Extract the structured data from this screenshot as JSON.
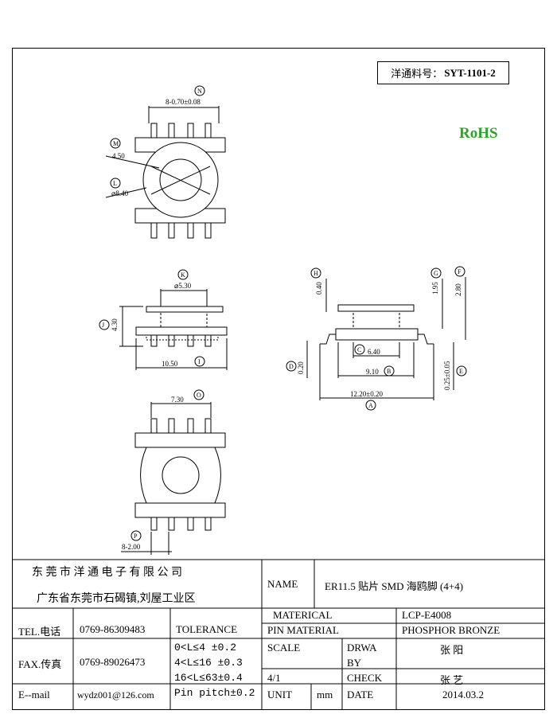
{
  "part_number": {
    "label": "洋通料号：",
    "value": "SYT-1101-2"
  },
  "rohs": "RoHS",
  "dims": {
    "N": "N",
    "n_val": "8-0.70±0.08",
    "M": "M",
    "m_val": "4.50",
    "L": "L",
    "l_val": "⌀8.40",
    "K": "K",
    "k_val": "⌀5.30",
    "J": "J",
    "j_val": "4.30",
    "I": "I",
    "i_val": "10.50",
    "O": "O",
    "o_val": "7.30",
    "P": "P",
    "p_val": "8-2.00",
    "H": "H",
    "h_val": "0.40",
    "G": "G",
    "g_val": "1.95",
    "F": "F",
    "f_val": "2.80",
    "C": "C",
    "c_val": "6.40",
    "B": "B",
    "b_val": "9.10",
    "A": "A",
    "a_val": "12.20±0.20",
    "D": "D",
    "d_val": "0.20",
    "E": "E",
    "e_val": "0.25±0.05"
  },
  "title_block": {
    "company": "东 莞 市 洋 通 电 子 有 限 公 司",
    "address": "广东省东莞市石碣镇,刘屋工业区",
    "name_label": "NAME",
    "name_value": "ER11.5  贴片 SMD 海鸥脚  (4+4)",
    "tel_label": "TEL.电话",
    "tel_value": "0769-86309483",
    "fax_label": "FAX.传真",
    "fax_value": "0769-89026473",
    "email_label": "E--mail",
    "email_value": "wydz001@126.com",
    "tolerance_label": "TOLERANCE",
    "tol1": "0<L≤4   ±0.2",
    "tol2": "4<L≤16  ±0.3",
    "tol3": "16<L≤63±0.4",
    "tol4": "Pin pitch±0.2",
    "material_label": "MATERICAL",
    "material_value": "LCP-E4008",
    "pin_material_label": "PIN MATERIAL",
    "pin_material_value": "PHOSPHOR BRONZE",
    "scale_label": "SCALE",
    "scale_value": "4/1",
    "drwa_label1": "DRWA",
    "drwa_label2": "BY",
    "drwa_value": "张   阳",
    "check_label": "CHECK",
    "check_value": "张   艺",
    "unit_label": "UNIT",
    "unit_value": "mm",
    "date_label": "DATE",
    "date_value": "2014.03.2"
  }
}
